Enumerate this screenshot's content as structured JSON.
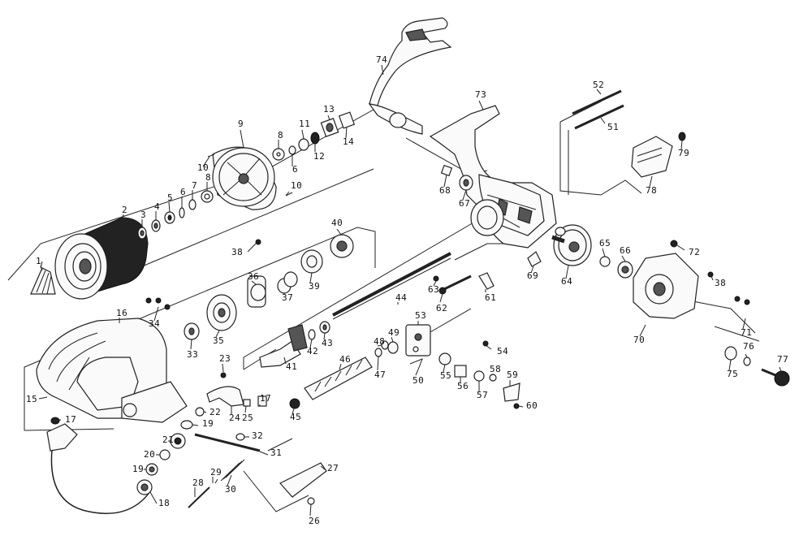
{
  "diagram": {
    "parts": [
      {
        "id": "p1",
        "label": "1"
      },
      {
        "id": "p2",
        "label": "2"
      },
      {
        "id": "p3",
        "label": "3"
      },
      {
        "id": "p4",
        "label": "4"
      },
      {
        "id": "p5",
        "label": "5"
      },
      {
        "id": "p6a",
        "label": "6"
      },
      {
        "id": "p6b",
        "label": "6"
      },
      {
        "id": "p7",
        "label": "7"
      },
      {
        "id": "p8a",
        "label": "8"
      },
      {
        "id": "p8b",
        "label": "8"
      },
      {
        "id": "p9",
        "label": "9"
      },
      {
        "id": "p10a",
        "label": "10"
      },
      {
        "id": "p10b",
        "label": "10"
      },
      {
        "id": "p11",
        "label": "11"
      },
      {
        "id": "p12",
        "label": "12"
      },
      {
        "id": "p13",
        "label": "13"
      },
      {
        "id": "p14",
        "label": "14"
      },
      {
        "id": "p15",
        "label": "15"
      },
      {
        "id": "p16",
        "label": "16"
      },
      {
        "id": "p17a",
        "label": "17"
      },
      {
        "id": "p17b",
        "label": "17"
      },
      {
        "id": "p18",
        "label": "18"
      },
      {
        "id": "p19a",
        "label": "19"
      },
      {
        "id": "p19b",
        "label": "19"
      },
      {
        "id": "p20",
        "label": "20"
      },
      {
        "id": "p21",
        "label": "21"
      },
      {
        "id": "p22",
        "label": "22"
      },
      {
        "id": "p23",
        "label": "23"
      },
      {
        "id": "p24",
        "label": "24"
      },
      {
        "id": "p25",
        "label": "25"
      },
      {
        "id": "p26",
        "label": "26"
      },
      {
        "id": "p27",
        "label": "27"
      },
      {
        "id": "p28",
        "label": "28"
      },
      {
        "id": "p29",
        "label": "29"
      },
      {
        "id": "p30",
        "label": "30"
      },
      {
        "id": "p31",
        "label": "31"
      },
      {
        "id": "p32",
        "label": "32"
      },
      {
        "id": "p33",
        "label": "33"
      },
      {
        "id": "p34",
        "label": "34"
      },
      {
        "id": "p35",
        "label": "35"
      },
      {
        "id": "p36",
        "label": "36"
      },
      {
        "id": "p37",
        "label": "37"
      },
      {
        "id": "p38a",
        "label": "38"
      },
      {
        "id": "p38b",
        "label": "38"
      },
      {
        "id": "p39",
        "label": "39"
      },
      {
        "id": "p40",
        "label": "40"
      },
      {
        "id": "p41",
        "label": "41"
      },
      {
        "id": "p42",
        "label": "42"
      },
      {
        "id": "p43",
        "label": "43"
      },
      {
        "id": "p44",
        "label": "44"
      },
      {
        "id": "p45",
        "label": "45"
      },
      {
        "id": "p46",
        "label": "46"
      },
      {
        "id": "p47",
        "label": "47"
      },
      {
        "id": "p48",
        "label": "48"
      },
      {
        "id": "p49",
        "label": "49"
      },
      {
        "id": "p50",
        "label": "50"
      },
      {
        "id": "p51",
        "label": "51"
      },
      {
        "id": "p52",
        "label": "52"
      },
      {
        "id": "p53",
        "label": "53"
      },
      {
        "id": "p54",
        "label": "54"
      },
      {
        "id": "p55",
        "label": "55"
      },
      {
        "id": "p56",
        "label": "56"
      },
      {
        "id": "p57",
        "label": "57"
      },
      {
        "id": "p58",
        "label": "58"
      },
      {
        "id": "p59",
        "label": "59"
      },
      {
        "id": "p60",
        "label": "60"
      },
      {
        "id": "p61",
        "label": "61"
      },
      {
        "id": "p62",
        "label": "62"
      },
      {
        "id": "p63",
        "label": "63"
      },
      {
        "id": "p64",
        "label": "64"
      },
      {
        "id": "p65",
        "label": "65"
      },
      {
        "id": "p66",
        "label": "66"
      },
      {
        "id": "p67",
        "label": "67"
      },
      {
        "id": "p68",
        "label": "68"
      },
      {
        "id": "p69",
        "label": "69"
      },
      {
        "id": "p70",
        "label": "70"
      },
      {
        "id": "p71",
        "label": "71"
      },
      {
        "id": "p72",
        "label": "72"
      },
      {
        "id": "p73",
        "label": "73"
      },
      {
        "id": "p74",
        "label": "74"
      },
      {
        "id": "p75",
        "label": "75"
      },
      {
        "id": "p76",
        "label": "76"
      },
      {
        "id": "p77",
        "label": "77"
      },
      {
        "id": "p78",
        "label": "78"
      },
      {
        "id": "p79",
        "label": "79"
      }
    ]
  }
}
